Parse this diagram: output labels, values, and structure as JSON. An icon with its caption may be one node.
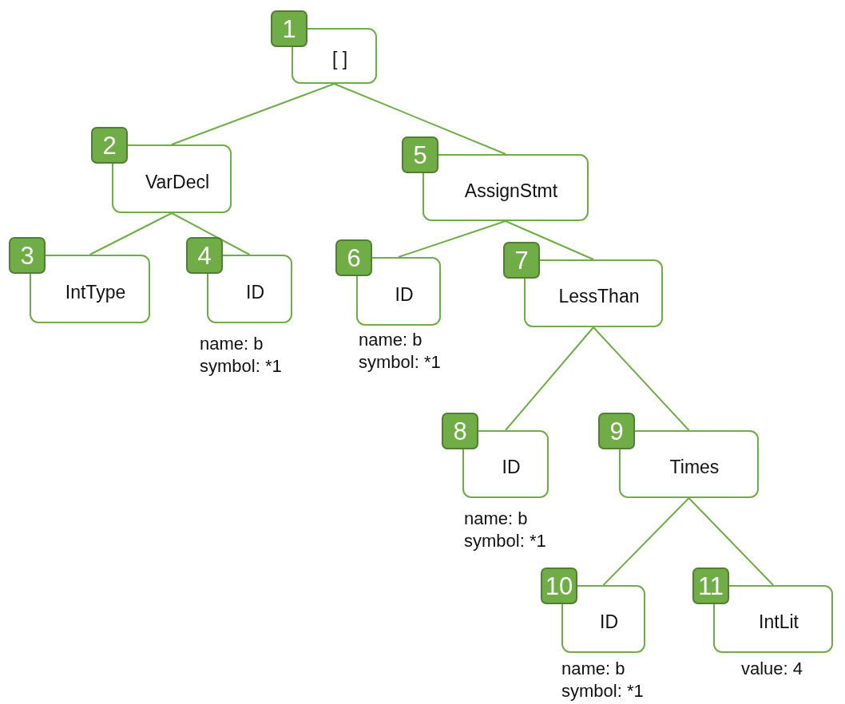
{
  "diagram": {
    "nodes": [
      {
        "text": [
          "1",
          "[ ]"
        ]
      },
      {
        "text": [
          "2",
          "VarDecl"
        ]
      },
      {
        "text": [
          "3",
          "IntType"
        ]
      },
      {
        "text": [
          "4",
          "ID"
        ],
        "beside": [
          "name: b",
          "symbol: *1"
        ]
      },
      {
        "text": [
          "5",
          "AssignStmt"
        ]
      },
      {
        "text": [
          "6",
          "ID"
        ],
        "beside": [
          "name: b",
          "symbol: *1"
        ]
      },
      {
        "text": [
          "7",
          "LessThan"
        ]
      },
      {
        "text": [
          "8",
          "ID"
        ],
        "beside": [
          "name: b",
          "symbol: *1"
        ]
      },
      {
        "text": [
          "9",
          "Times"
        ]
      },
      {
        "text": [
          "10",
          "ID"
        ],
        "beside": [
          "name: b",
          "symbol: *1"
        ]
      },
      {
        "text": [
          "11",
          "IntLit"
        ],
        "beside": [
          "value: 4"
        ]
      }
    ],
    "edges": [
      {
        "from": 0,
        "to": 1,
        "arrow": "none"
      },
      {
        "from": 0,
        "to": 4,
        "arrow": "none"
      },
      {
        "from": 1,
        "to": 2,
        "arrow": "none"
      },
      {
        "from": 1,
        "to": 3,
        "arrow": "none"
      },
      {
        "from": 4,
        "to": 5,
        "arrow": "none"
      },
      {
        "from": 4,
        "to": 6,
        "arrow": "none"
      },
      {
        "from": 6,
        "to": 7,
        "arrow": "none"
      },
      {
        "from": 6,
        "to": 8,
        "arrow": "none"
      },
      {
        "from": 8,
        "to": 9,
        "arrow": "none"
      },
      {
        "from": 8,
        "to": 10,
        "arrow": "none"
      }
    ]
  }
}
